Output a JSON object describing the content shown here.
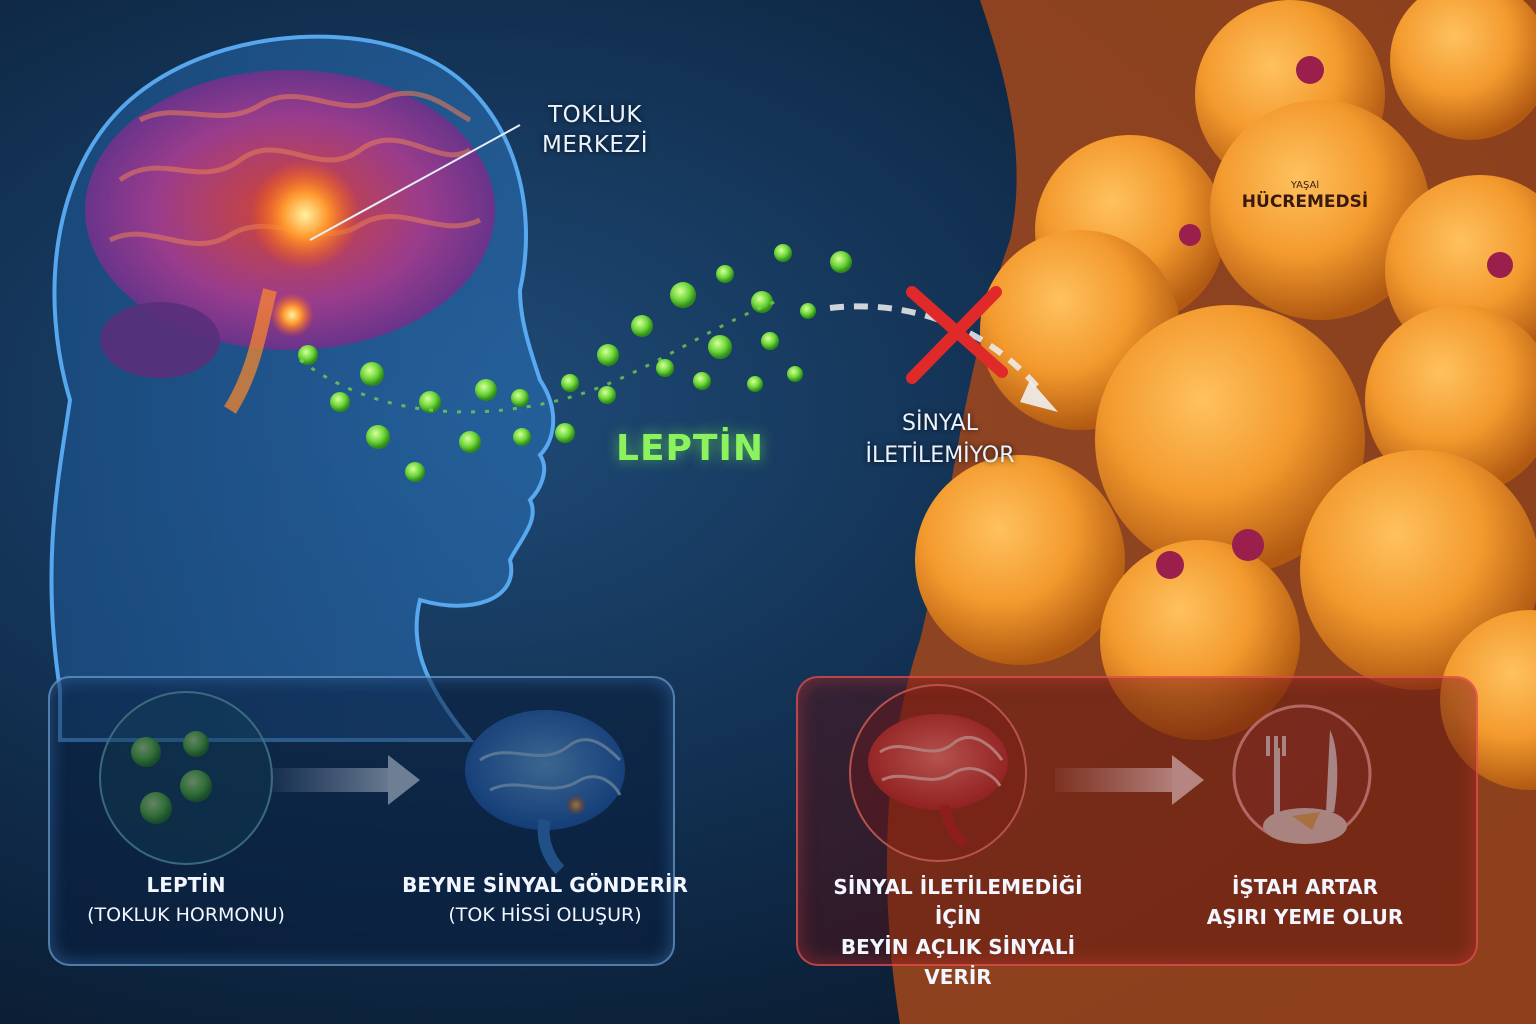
{
  "labels": {
    "satiety_center": [
      "TOKLUK",
      "MERKEZİ"
    ],
    "hormone": "LEPTİN",
    "signal_blocked": [
      "SİNYAL",
      "İLETİLEMİYOR"
    ],
    "watermark": [
      "YAŞAl",
      "HÜCREMEDSİ"
    ]
  },
  "panels": {
    "normal": {
      "step1": {
        "title": "LEPTİN",
        "subtitle": "(TOKLUK HORMONU)"
      },
      "step2": {
        "title": "BEYNE SİNYAL GÖNDERİR",
        "subtitle": "(TOK HİSSİ OLUŞUR)"
      }
    },
    "resistance": {
      "step1": {
        "title": "SİNYAL İLETİLEMEDİĞİ İÇİN",
        "subtitle": "BEYİN AÇLIK SİNYALİ VERİR"
      },
      "step2": {
        "title": "İŞTAH ARTAR",
        "subtitle": "AŞIRI YEME OLUR"
      }
    }
  },
  "colors": {
    "leptin_green": "#7ee04a",
    "normal_blue": "#3d8fe0",
    "blocked_red": "#e02a2a",
    "fat_orange": "#f2a23a"
  },
  "icons": [
    "brain-icon",
    "leptin-molecule-icon",
    "arrow-right-icon",
    "cross-icon",
    "fork-knife-plate-icon"
  ]
}
